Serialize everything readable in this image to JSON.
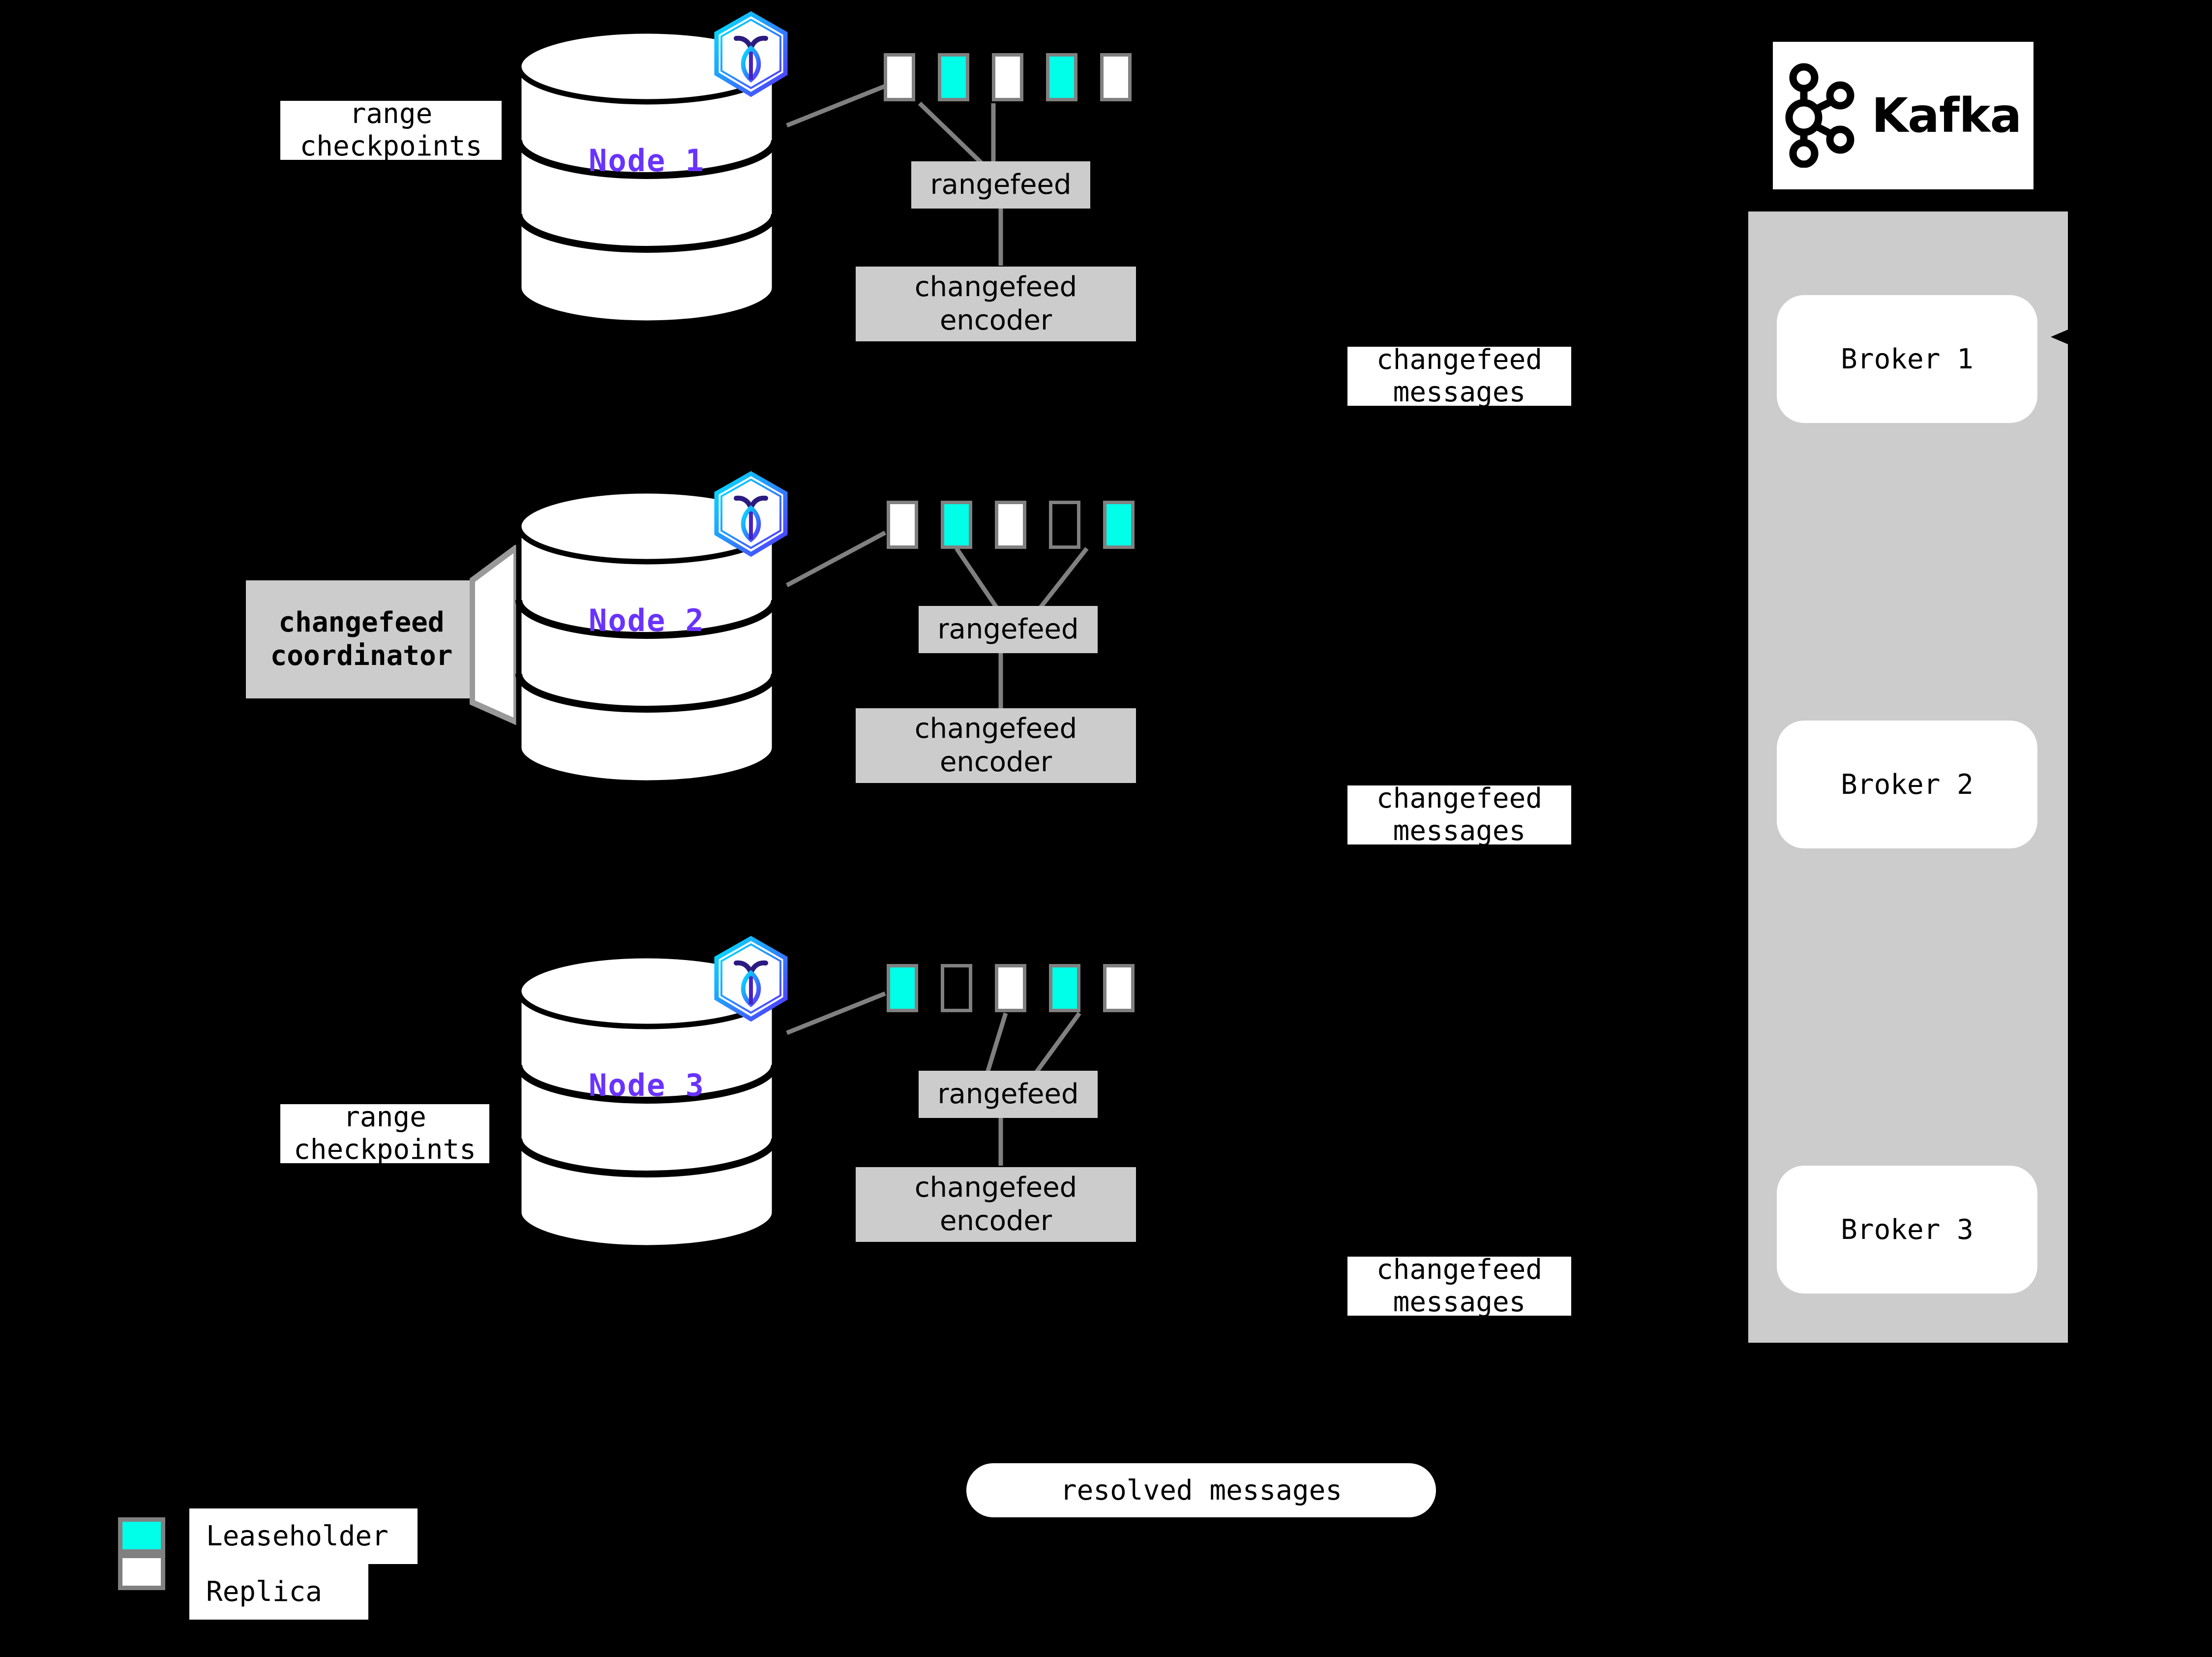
{
  "diagram": {
    "title": "CockroachDB changefeed to Kafka architecture",
    "background_color": "#000000",
    "colors": {
      "leaseholder": "#00ffe8",
      "replica": "#ffffff",
      "range_border": "#808080",
      "process_box": "#cccccc",
      "node_label": "#6933ff",
      "kafka_panel": "#cccccc"
    }
  },
  "nodes": [
    {
      "label": "Node 1",
      "logo": "cockroachdb-hexagon-icon",
      "side_label": "range\ncheckpoints",
      "ranges": [
        "replica",
        "leaseholder",
        "replica",
        "leaseholder",
        "replica"
      ],
      "rangefeed": "rangefeed",
      "encoder": "changefeed\nencoder",
      "output_label": "changefeed\nmessages"
    },
    {
      "label": "Node 2",
      "logo": "cockroachdb-hexagon-icon",
      "side_label": "changefeed\ncoordinator",
      "side_label_bold": true,
      "ranges": [
        "replica",
        "leaseholder",
        "replica",
        "empty",
        "leaseholder"
      ],
      "rangefeed": "rangefeed",
      "encoder": "changefeed\nencoder",
      "output_label": "changefeed\nmessages"
    },
    {
      "label": "Node 3",
      "logo": "cockroachdb-hexagon-icon",
      "side_label": "range\ncheckpoints",
      "ranges": [
        "leaseholder",
        "empty",
        "replica",
        "leaseholder",
        "replica"
      ],
      "rangefeed": "rangefeed",
      "encoder": "changefeed\nencoder",
      "output_label": "changefeed\nmessages"
    }
  ],
  "kafka": {
    "logo_text": "Kafka",
    "logo_icon": "kafka-nodes-icon",
    "brokers": [
      "Broker 1",
      "Broker 2",
      "Broker 3"
    ]
  },
  "resolved": {
    "label": "resolved messages"
  },
  "legend": {
    "items": [
      {
        "swatch": "leaseholder",
        "label": "Leaseholder"
      },
      {
        "swatch": "replica",
        "label": "Replica"
      }
    ]
  }
}
